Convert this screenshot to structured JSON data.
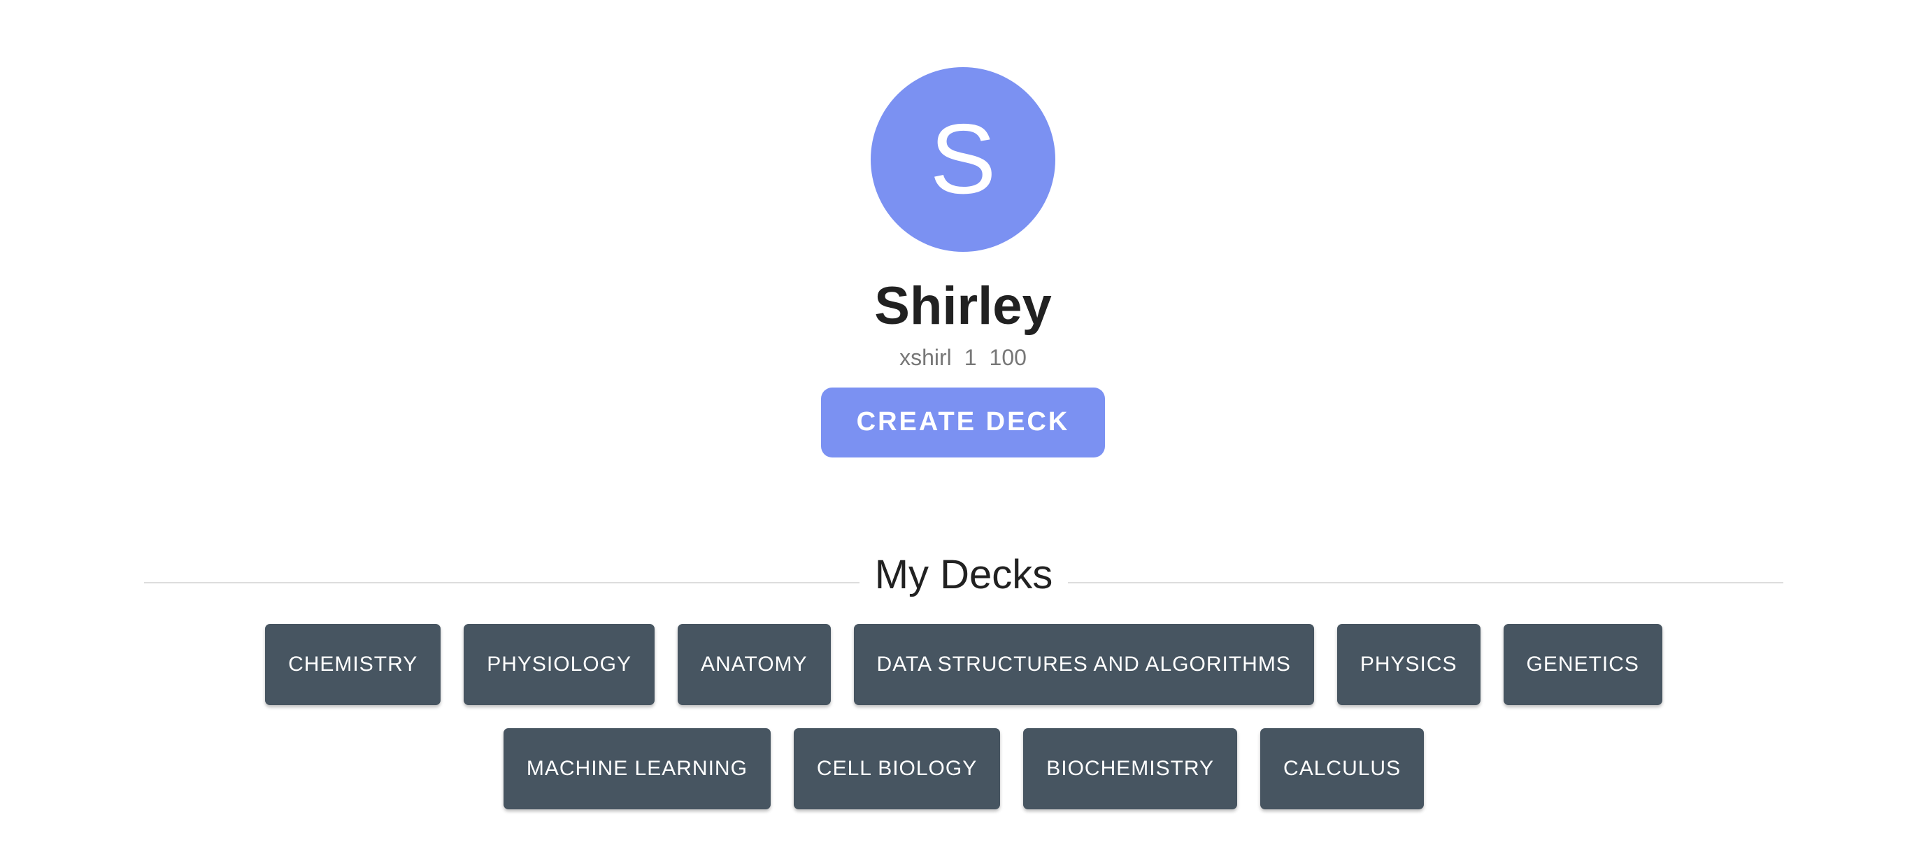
{
  "profile": {
    "avatar_letter": "S",
    "name": "Shirley",
    "username": "xshirl",
    "stat_one": "1",
    "stat_two": "100",
    "create_label": "CREATE DECK"
  },
  "decks_section": {
    "title": "My Decks",
    "decks": [
      "CHEMISTRY",
      "PHYSIOLOGY",
      "ANATOMY",
      "DATA STRUCTURES AND ALGORITHMS",
      "PHYSICS",
      "GENETICS",
      "MACHINE LEARNING",
      "CELL BIOLOGY",
      "BIOCHEMISTRY",
      "CALCULUS"
    ]
  },
  "colors": {
    "accent": "#7b91f2",
    "deck_button": "#475561",
    "text": "#212121",
    "muted": "#777777"
  }
}
